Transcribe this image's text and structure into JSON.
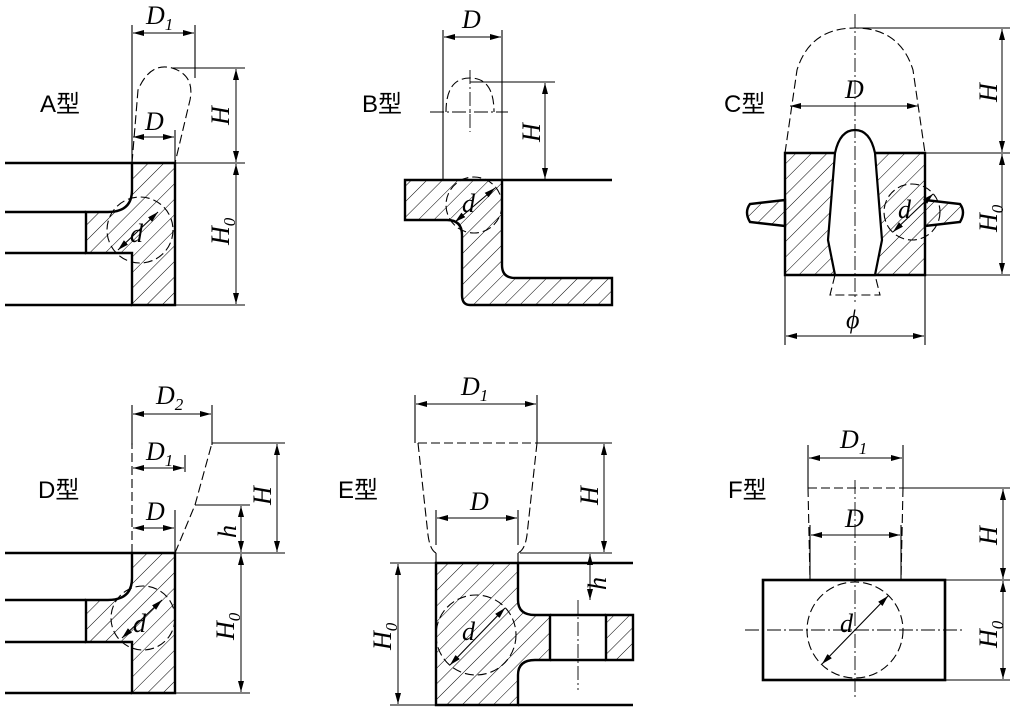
{
  "types": {
    "a": "A型",
    "b": "B型",
    "c": "C型",
    "d": "D型",
    "e": "E型",
    "f": "F型"
  },
  "dims": {
    "D": "D",
    "D1_base": "D",
    "D1_sub": "1",
    "D2_base": "D",
    "D2_sub": "2",
    "H": "H",
    "H0_base": "H",
    "H0_sub": "0",
    "h": "h",
    "d": "d",
    "phi": "ϕ"
  }
}
